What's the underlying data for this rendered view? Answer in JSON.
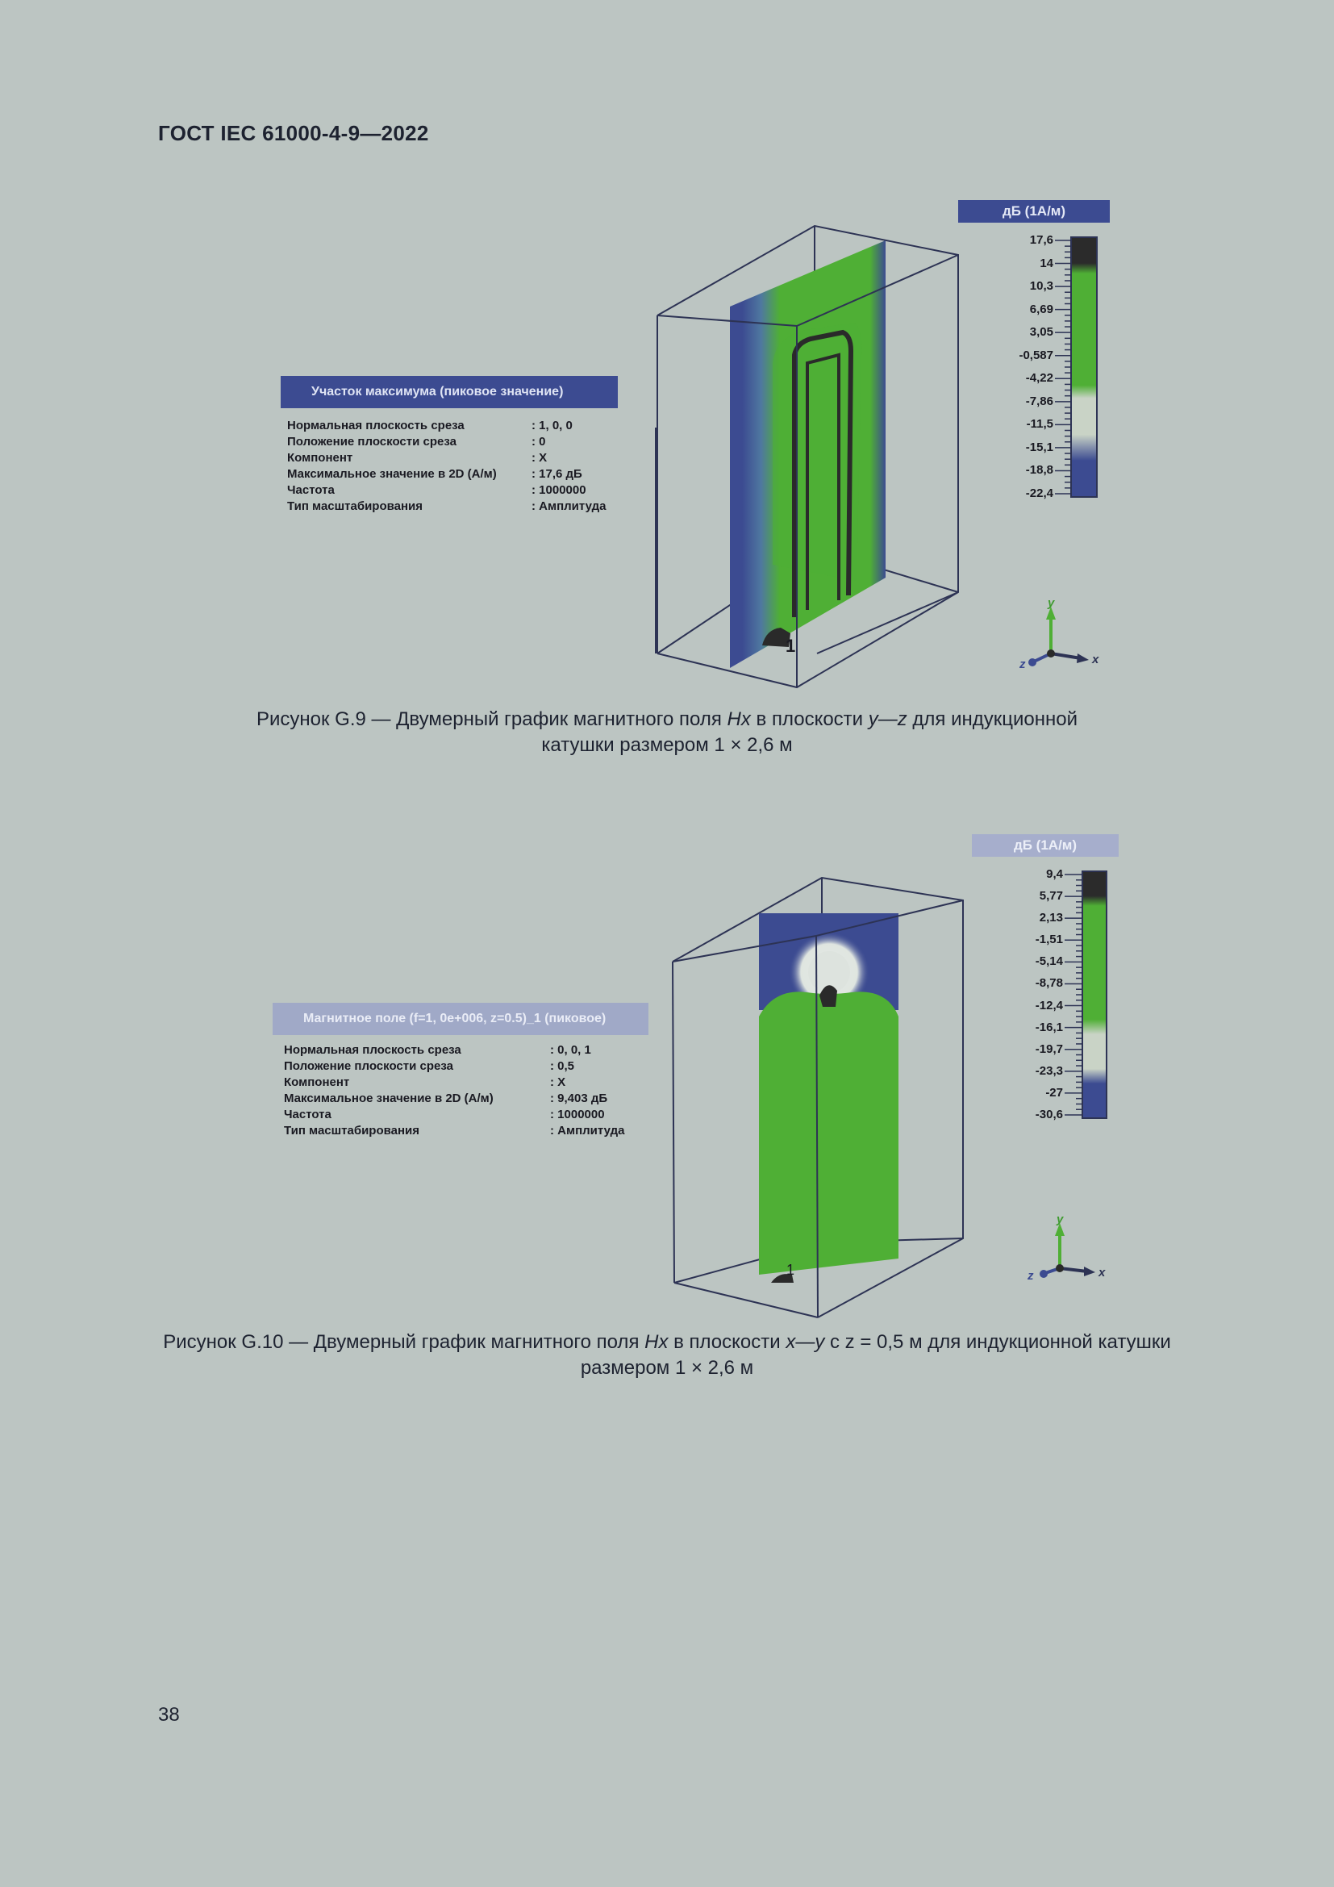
{
  "header": {
    "title": "ГОСТ IEC 61000-4-9—2022"
  },
  "page_number": "38",
  "figures": [
    {
      "info_title": "Участок максимума (пиковое значение)",
      "rows": [
        {
          "label": "Нормальная плоскость среза",
          "value": ": 1, 0, 0"
        },
        {
          "label": "Положение плоскости среза",
          "value": ": 0"
        },
        {
          "label": "Компонент",
          "value": ": X"
        },
        {
          "label": "Максимальное значение в 2D (А/м)",
          "value": ": 17,6 дБ"
        },
        {
          "label": "Частота",
          "value": ": 1000000"
        },
        {
          "label": "Тип масштабирования",
          "value": ": Амплитуда"
        }
      ],
      "legend_title": "дБ (1А/м)",
      "scale_labels": [
        "17,6",
        "14",
        "10,3",
        "6,69",
        "3,05",
        "-0,587",
        "-4,22",
        "-7,86",
        "-11,5",
        "-15,1",
        "-18,8",
        "-22,4"
      ],
      "marker_label": "1",
      "axis_labels": {
        "x": "x",
        "y": "y",
        "z": "z"
      },
      "caption": {
        "p1": "Рисунок G.9 — Двумерный график магнитного поля ",
        "v1": "Hx",
        "p2": " в плоскости ",
        "v2": "y",
        "p3": "—",
        "v3": "z",
        "p4": " для индукционной",
        "line2": "катушки размером 1 × 2,6 м"
      }
    },
    {
      "info_title": "Магнитное поле (f=1, 0e+006, z=0.5)_1 (пиковое)",
      "rows": [
        {
          "label": "Нормальная плоскость среза",
          "value": ": 0, 0, 1"
        },
        {
          "label": "Положение плоскости среза",
          "value": ": 0,5"
        },
        {
          "label": "Компонент",
          "value": ": X"
        },
        {
          "label": "Максимальное значение в 2D (А/м)",
          "value": ": 9,403 дБ"
        },
        {
          "label": "Частота",
          "value": ": 1000000"
        },
        {
          "label": "Тип масштабирования",
          "value": ": Амплитуда"
        }
      ],
      "legend_title": "дБ (1А/м)",
      "scale_labels": [
        "9,4",
        "5,77",
        "2,13",
        "-1,51",
        "-5,14",
        "-8,78",
        "-12,4",
        "-16,1",
        "-19,7",
        "-23,3",
        "-27",
        "-30,6"
      ],
      "marker_label": "1",
      "axis_labels": {
        "x": "x",
        "y": "y",
        "z": "z"
      },
      "caption": {
        "p1": "Рисунок G.10 — Двумерный график магнитного поля ",
        "v1": "Hx",
        "p2": " в плоскости ",
        "v2": "x",
        "p3": "—",
        "v3": "y",
        "p4": " с z = 0,5 м для индукционной катушки",
        "line2": "размером 1 × 2,6 м"
      }
    }
  ],
  "colors": {
    "page": "#bcc5c2",
    "field_blue": "#3c4b91",
    "field_green": "#4faf35",
    "field_dark": "#2a2a2a"
  }
}
